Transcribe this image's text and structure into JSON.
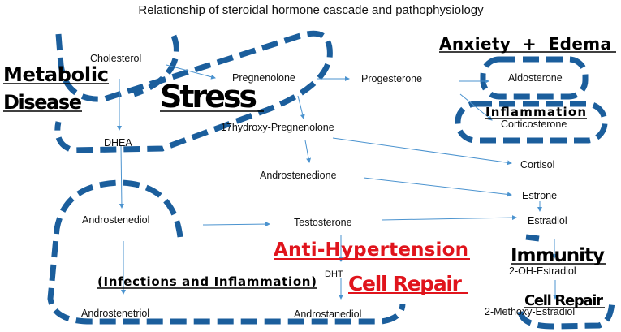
{
  "title": "Relationship of steroidal hormone cascade and pathophysiology",
  "colors": {
    "loop": "#1b5e9c",
    "arrow": "#4b93cf",
    "highlight": "#e0141c"
  },
  "nodes": {
    "cholesterol": "Cholesterol",
    "pregnenolone": "Pregnenolone",
    "progesterone": "Progesterone",
    "aldosterone": "Aldosterone",
    "corticosterone": "Corticosterone",
    "dhea": "DHEA",
    "hydroxy_pregnenolone": "17hydroxy-Pregnenolone",
    "androstenedione": "Androstenedione",
    "cortisol": "Cortisol",
    "estrone": "Estrone",
    "androstenediol": "Androstenediol",
    "testosterone": "Testosterone",
    "estradiol": "Estradiol",
    "dht": "DHT",
    "oh_estradiol": "2-OH-Estradiol",
    "androstenetriol": "Androstenetriol",
    "androstanediol": "Androstanediol",
    "methoxy_estradiol": "2-Methoxy-Estradiol"
  },
  "labels": {
    "metabolic": "Metabolic",
    "disease": "Disease",
    "stress": "Stress",
    "anxiety_edema": "Anxiety  +  Edema",
    "inflammation": "Inflammation",
    "anti_hypertension": "Anti-Hypertension",
    "cell_repair_red": "Cell Repair",
    "immunity": "Immunity",
    "infections": "(Infections and Inflammation)",
    "cell_repair_black": "Cell Repair"
  }
}
